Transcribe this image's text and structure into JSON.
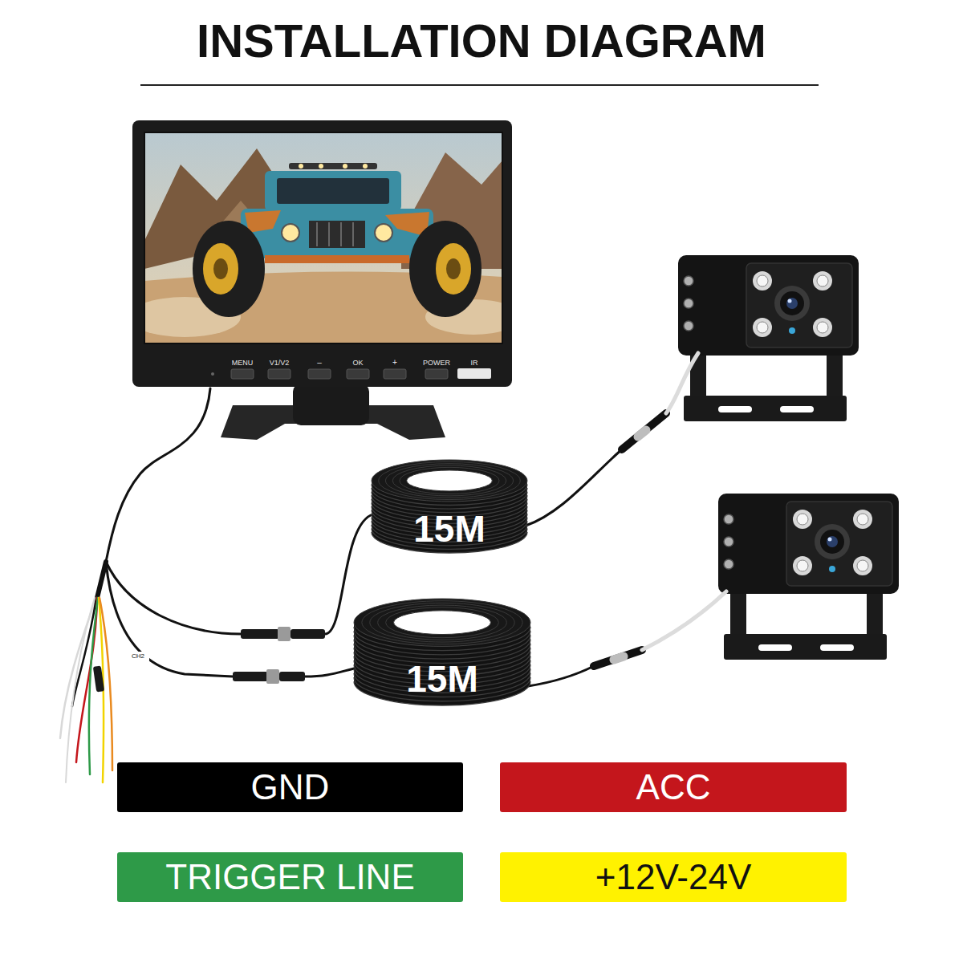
{
  "diagram": {
    "title": "INSTALLATION DIAGRAM",
    "nodes": [
      {
        "text": [
          "15M"
        ]
      },
      {
        "text": [
          "15M"
        ]
      }
    ],
    "labels": [
      "MENU",
      "V1/V2",
      "–",
      "OK",
      "+",
      "POWER",
      "IR",
      "CH2"
    ],
    "legend": [
      {
        "text": "GND",
        "color": "#000000"
      },
      {
        "text": "ACC",
        "color": "#c4161c"
      },
      {
        "text": "TRIGGER LINE",
        "color": "#2e9a48"
      },
      {
        "text": "+12V-24V",
        "color": "#fff200"
      }
    ]
  }
}
